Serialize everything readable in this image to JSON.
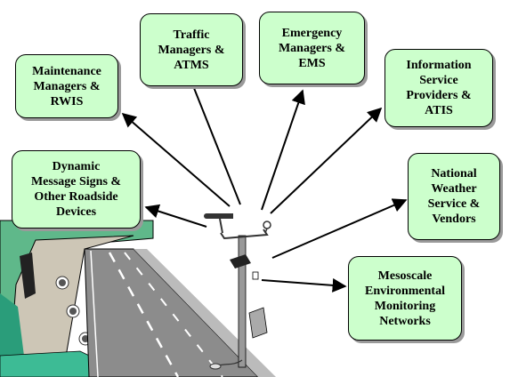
{
  "destinations": {
    "maintenance": [
      "Maintenance",
      "Managers &",
      "RWIS"
    ],
    "traffic": [
      "Traffic",
      "Managers &",
      "ATMS"
    ],
    "emergency": [
      "Emergency",
      "Managers &",
      "EMS"
    ],
    "information": [
      "Information",
      "Service",
      "Providers &",
      "ATIS"
    ],
    "dms": [
      "Dynamic",
      "Message Signs &",
      "Other Roadside",
      "Devices"
    ],
    "nws": [
      "National",
      "Weather",
      "Service &",
      "Vendors"
    ],
    "mesonet": [
      "Mesoscale",
      "Environmental",
      "Monitoring",
      "Networks"
    ]
  },
  "colors": {
    "box_fill": "#ccffcc",
    "road": "#8c8c8c",
    "grass": "#5fb88a",
    "teal": "#2a9d7a",
    "wall": "#cdc6b6"
  }
}
